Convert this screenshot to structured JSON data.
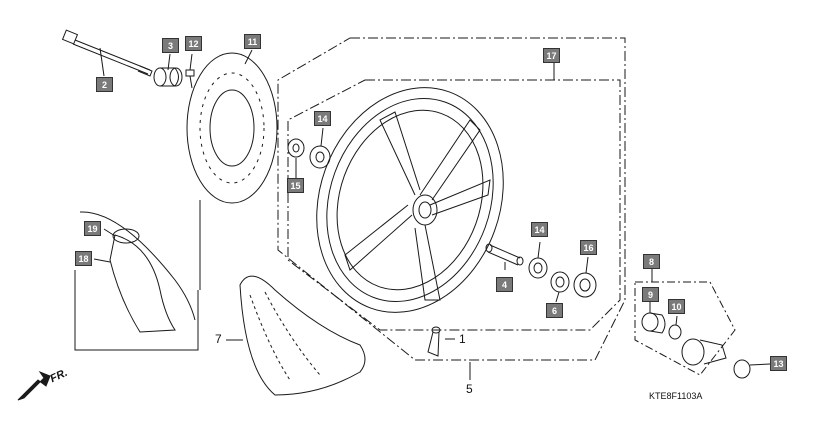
{
  "diagram": {
    "callouts": {
      "c2": "2",
      "c3": "3",
      "c12": "12",
      "c11": "11",
      "c17": "17",
      "c14a": "14",
      "c15": "15",
      "c19": "19",
      "c18": "18",
      "c14b": "14",
      "c16": "16",
      "c4": "4",
      "c6": "6",
      "c8": "8",
      "c9": "9",
      "c10": "10",
      "c13": "13"
    },
    "plain_labels": {
      "p7": "7",
      "p1": "1",
      "p5": "5"
    },
    "front_marker": "FR.",
    "diagram_code": "KTE8F1103A",
    "colors": {
      "line": "#1a1a1a",
      "callout_fill": "#7a7a7a",
      "callout_text": "#ffffff"
    }
  }
}
